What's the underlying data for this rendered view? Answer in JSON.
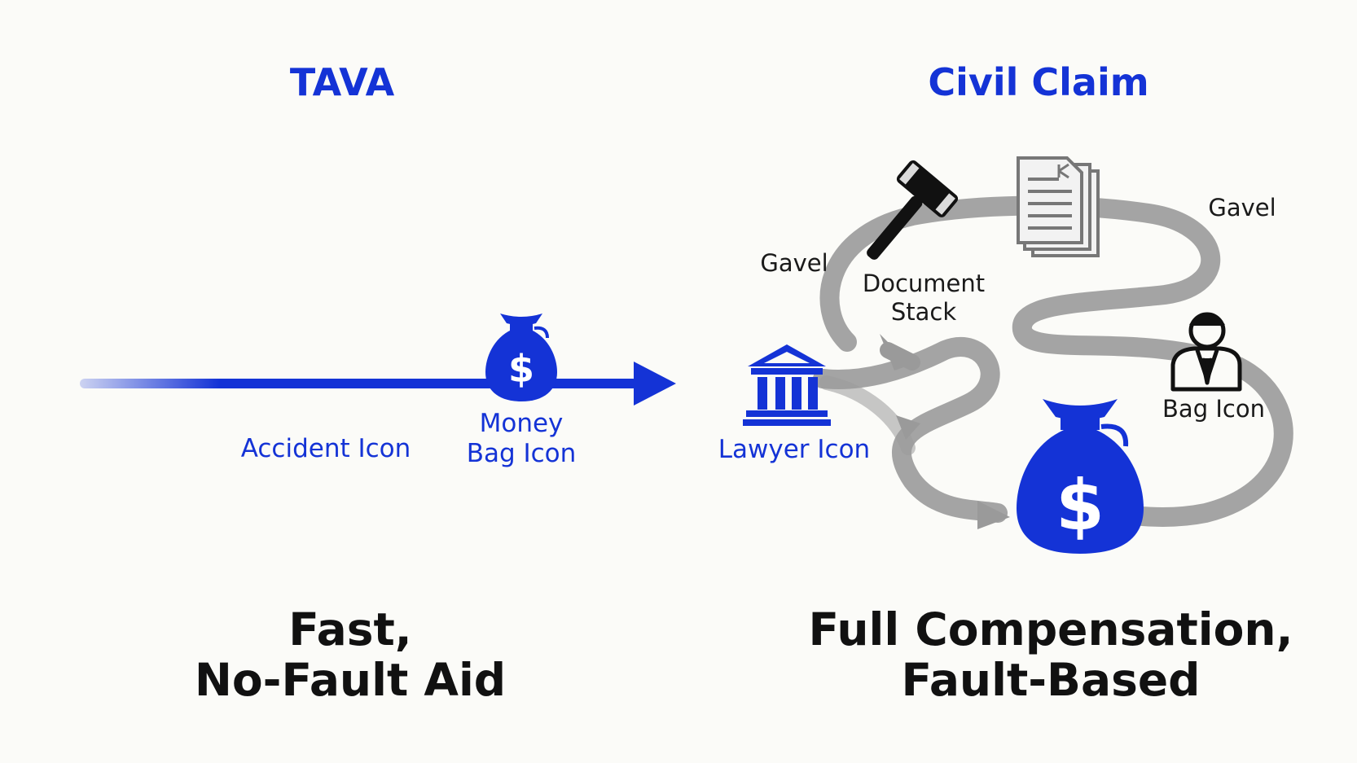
{
  "colors": {
    "accent_blue": "#1433d6",
    "path_gray": "#999999",
    "icon_dark": "#222222",
    "text_dark": "#111111",
    "background": "#fbfbf8"
  },
  "left_panel": {
    "title": "TAVA",
    "labels": {
      "accident": "Accident Icon",
      "money_bag_line1": "Money",
      "money_bag_line2": "Bag Icon"
    },
    "tagline": {
      "line1": "Fast,",
      "line2": "No-Fault Aid"
    },
    "icons": [
      "money-bag-icon",
      "arrow-right-icon"
    ]
  },
  "right_panel": {
    "title": "Civil Claim",
    "labels": {
      "gavel_left": "Gavel",
      "gavel_right": "Gavel",
      "document_line1": "Document",
      "document_line2": "Stack",
      "lawyer": "Lawyer Icon",
      "bag": "Bag Icon"
    },
    "tagline": {
      "line1": "Full Compensation,",
      "line2": "Fault-Based"
    },
    "icons": [
      "gavel-icon",
      "document-stack-icon",
      "courthouse-icon",
      "person-icon",
      "money-bag-icon"
    ]
  }
}
